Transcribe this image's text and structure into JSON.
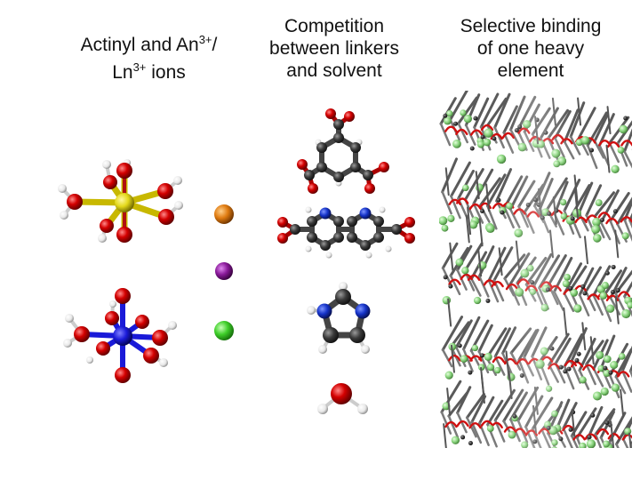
{
  "headings": {
    "col1_part1": "Actinyl and An",
    "col1_sup1": "3+",
    "col1_part2": "/",
    "col1_part3": "Ln",
    "col1_sup2": "3+",
    "col1_part4": " ions",
    "col2_line1": "Competition",
    "col2_line2": "between linkers",
    "col2_line3": "and solvent",
    "col3_line1": "Selective binding",
    "col3_line2": "of one heavy",
    "col3_line3": "element"
  },
  "atom_colors": {
    "oxygen": "#d40000",
    "hydrogen": "#e8e8e8",
    "carbon": "#3a3a3a",
    "nitrogen": "#1533c8",
    "actinide_uranyl": "#e3d81a",
    "ln_center": "#1a1ad8",
    "orange_ion": "#e07b10",
    "purple_ion": "#8a1a9a",
    "green_ion": "#3fcf2a",
    "halogen_green": "#86d27a"
  }
}
